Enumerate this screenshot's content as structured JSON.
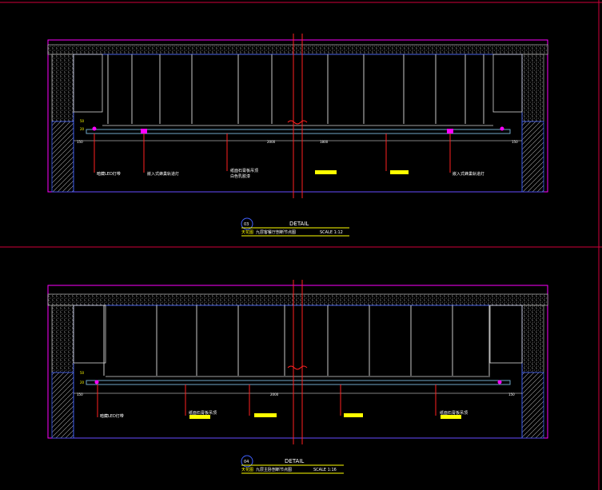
{
  "colors": {
    "background": "#000000",
    "frame": "#d0003a",
    "border": "#ff00ff",
    "structure": "#d8d8d8",
    "wall": "#4060ff",
    "ceiling": "#6fa9c8",
    "leader": "#ff2020",
    "highlight": "#ffff00",
    "dim": "#ffffff"
  },
  "icons": {
    "break_mark": "break-line-symbol",
    "detail_marker": "section-circle-marker"
  },
  "detail_1": {
    "marker_number": "03",
    "title": "DETAIL",
    "subtitle_lead": "天花图",
    "subtitle": "九层客餐厅剖断节点图",
    "scale": "SCALE 1:12",
    "callouts": {
      "left": "暗藏LED灯带",
      "left_mid": "嵌入式蜂巢轨道灯",
      "mid_line1": "纸面石膏板吊顶",
      "mid_line2": "白色乳胶漆",
      "right": "嵌入式蜂巢轨道灯"
    },
    "dims": {
      "left_vertical_top": "50",
      "left_vertical_bottom": "20",
      "left_bottom": "150",
      "mid_left": "2000",
      "mid_right": "1800",
      "right_bottom": "150"
    }
  },
  "detail_2": {
    "marker_number": "04",
    "title": "DETAIL",
    "subtitle_lead": "天花图",
    "subtitle": "九层主卧剖断节点图",
    "scale": "SCALE 1:16",
    "callouts": {
      "left": "暗藏LED灯带",
      "mid_left": "纸面石膏板吊顶",
      "right": "纸面石膏板吊顶"
    },
    "dims": {
      "left_vertical_top": "50",
      "left_vertical_bottom": "20",
      "left_bottom": "150",
      "mid": "2000",
      "right_bottom": "150"
    }
  }
}
